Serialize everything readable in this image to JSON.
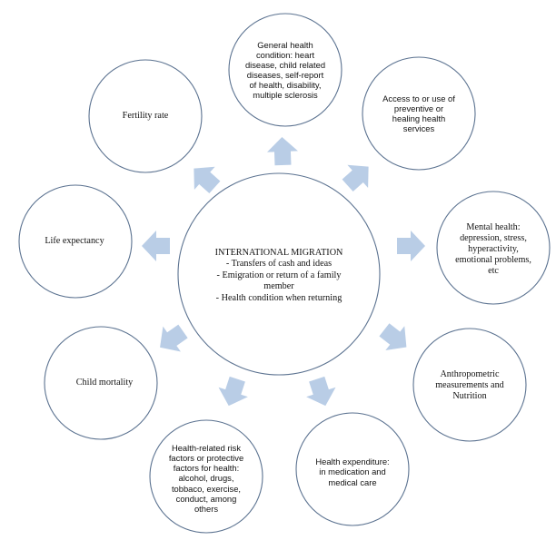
{
  "colors": {
    "circle_stroke": "#5b7290",
    "arrow_fill": "#b9cde6"
  },
  "center": {
    "lines": [
      "INTERNATIONAL MIGRATION",
      "- Transfers  of cash and ideas",
      "- Emigration or return of a family",
      "member",
      "-  Health condition when returning"
    ]
  },
  "nodes": [
    {
      "id": "general-health",
      "lines": [
        "General health",
        "condition: heart",
        "disease, child related",
        "diseases, self-report",
        "of health, disability,",
        "multiple sclerosis"
      ]
    },
    {
      "id": "access-services",
      "lines": [
        "Access to or use of",
        "preventive  or",
        "healing health",
        "services"
      ]
    },
    {
      "id": "mental-health",
      "lines": [
        "Mental health:",
        "depression, stress,",
        "hyperactivity,",
        "emotional problems,",
        "etc"
      ]
    },
    {
      "id": "anthropometric",
      "lines": [
        "Anthropometric",
        "measurements  and",
        "Nutrition"
      ]
    },
    {
      "id": "health-expenditure",
      "lines": [
        "Health expenditure:",
        "in medication and",
        "medical care"
      ]
    },
    {
      "id": "risk-factors",
      "lines": [
        "Health-related  risk",
        "factors or protective",
        "factors for health:",
        "alcohol, drugs,",
        "tobbaco, exercise,",
        "conduct, among",
        "others"
      ]
    },
    {
      "id": "child-mortality",
      "lines": [
        "Child mortality"
      ]
    },
    {
      "id": "life-expectancy",
      "lines": [
        "Life expectancy"
      ]
    },
    {
      "id": "fertility-rate",
      "lines": [
        "Fertility rate"
      ]
    }
  ]
}
